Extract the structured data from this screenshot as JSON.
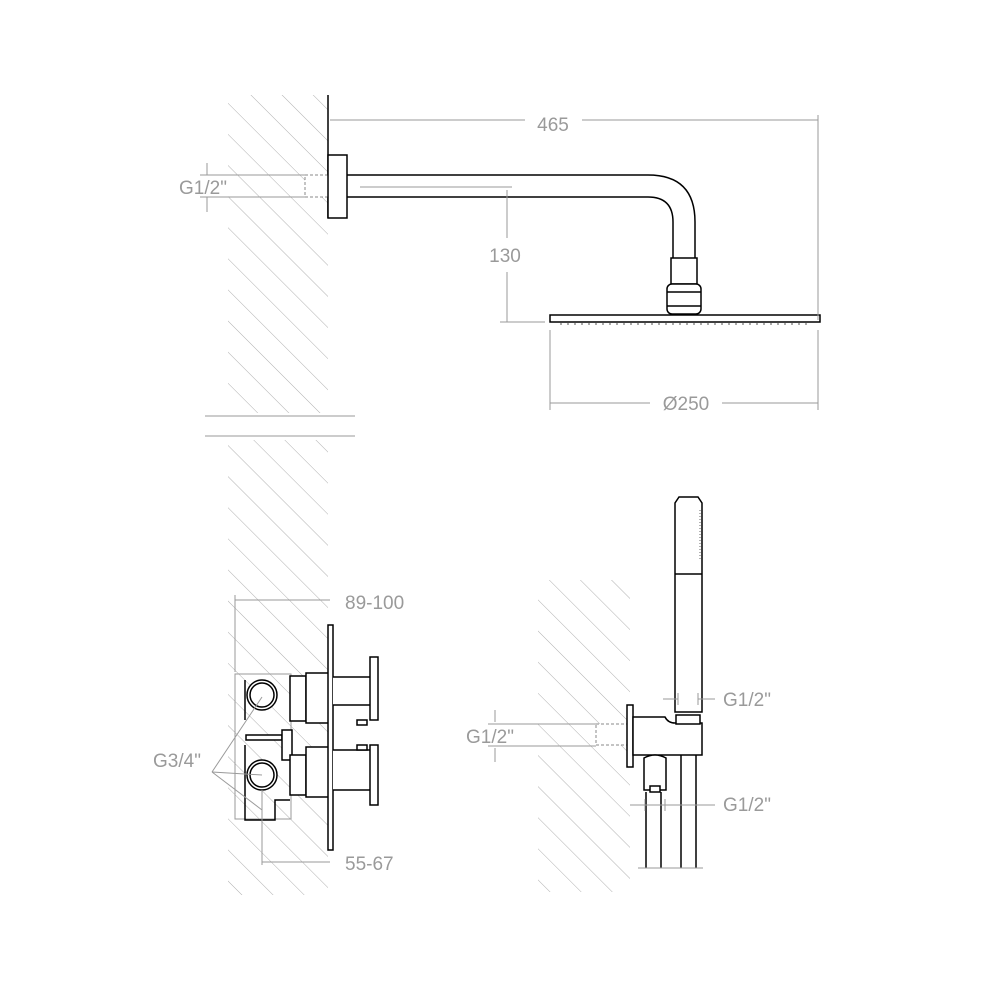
{
  "title": "Shower set technical drawing",
  "rain_shower": {
    "arm_length": "465",
    "inlet_thread": "G1/2\"",
    "drop_height": "130",
    "head_diameter": "Ø250"
  },
  "valve": {
    "depth_range": "89-100",
    "inlet_thread": "G3/4\"",
    "outlet_range": "55-67"
  },
  "hand_shower": {
    "handle_thread": "G1/2\"",
    "wall_thread": "G1/2\"",
    "hose_thread": "G1/2\""
  },
  "colors": {
    "line": "#000000",
    "dimension": "#9a9a9a",
    "hatch": "#b0b0b0"
  }
}
